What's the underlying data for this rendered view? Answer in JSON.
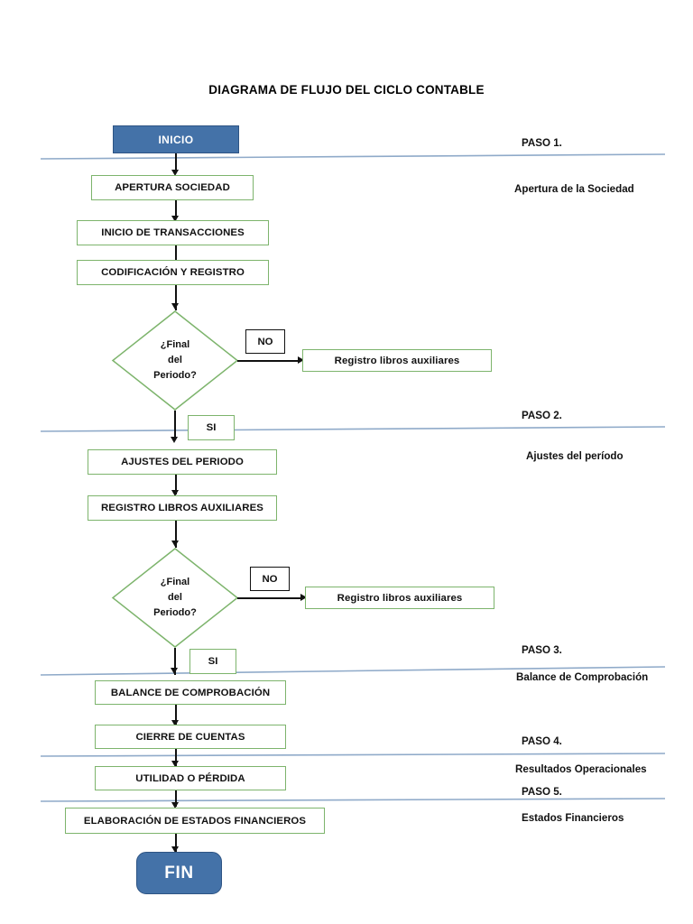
{
  "diagram": {
    "title": "DIAGRAMA DE FLUJO DEL CICLO CONTABLE",
    "colors": {
      "terminator_fill": "#4472A8",
      "terminator_border": "#2E5484",
      "terminator_text": "#FFFFFF",
      "process_border": "#7DB46C",
      "process_fill": "#FFFFFF",
      "text": "#111111",
      "connector": "#111111",
      "divider": "#8FAAC9",
      "no_label_border": "#111111",
      "si_label_border": "#7DB46C"
    },
    "nodes": {
      "start": {
        "label": "INICIO",
        "shape": "terminator-rect"
      },
      "apertura": {
        "label": "APERTURA SOCIEDAD",
        "shape": "process"
      },
      "inicio_transacciones": {
        "label": "INICIO DE TRANSACCIONES",
        "shape": "process"
      },
      "codificacion": {
        "label": "CODIFICACIÓN Y REGISTRO",
        "shape": "process"
      },
      "decision1": {
        "line1": "¿Final",
        "line2": "del",
        "line3": "Periodo?",
        "shape": "decision"
      },
      "aux1": {
        "label": "Registro libros auxiliares",
        "shape": "process"
      },
      "ajustes": {
        "label": "AJUSTES DEL PERIODO",
        "shape": "process"
      },
      "registro_libros": {
        "label": "REGISTRO LIBROS AUXILIARES",
        "shape": "process"
      },
      "decision2": {
        "line1": "¿Final",
        "line2": "del",
        "line3": "Periodo?",
        "shape": "decision"
      },
      "aux2": {
        "label": "Registro libros auxiliares",
        "shape": "process"
      },
      "balance": {
        "label": "BALANCE DE COMPROBACIÓN",
        "shape": "process"
      },
      "cierre": {
        "label": "CIERRE DE CUENTAS",
        "shape": "process"
      },
      "utilidad": {
        "label": "UTILIDAD O PÉRDIDA",
        "shape": "process"
      },
      "estados": {
        "label": "ELABORACIÓN DE ESTADOS FINANCIEROS",
        "shape": "process"
      },
      "end": {
        "label": "FIN",
        "shape": "terminator-rounded"
      }
    },
    "branch_labels": {
      "no1": "NO",
      "si1": "SI",
      "no2": "NO",
      "si2": "SI"
    },
    "steps": [
      {
        "number": "PASO 1.",
        "description": "Apertura de la Sociedad"
      },
      {
        "number": "PASO 2.",
        "description": "Ajustes del período"
      },
      {
        "number": "PASO 3.",
        "description": "Balance de Comprobación"
      },
      {
        "number": "PASO 4.",
        "description": "Resultados Operacionales"
      },
      {
        "number": "PASO 5.",
        "description": "Estados Financieros"
      }
    ]
  }
}
